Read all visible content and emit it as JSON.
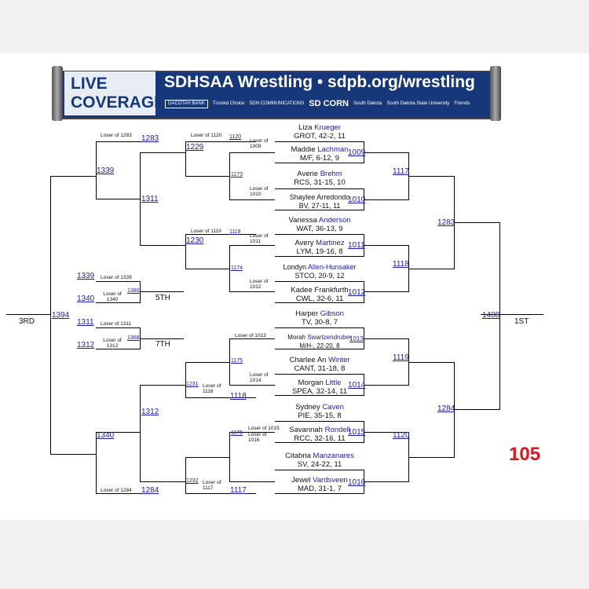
{
  "banner": {
    "live": "LIVE COVERAGE",
    "headline": "SDHSAA Wrestling • sdpb.org/wrestling",
    "sponsors": [
      "DACOTAH BANK",
      "Trusted Choice",
      "SDN COMMUNICATIONS",
      "SD CORN",
      "South Dakota",
      "South Dakota State University",
      "Friends"
    ]
  },
  "weight_class": "105",
  "places": {
    "third": "3RD",
    "first": "1ST",
    "fifth": "5TH",
    "seventh": "7TH"
  },
  "wrestlers": [
    {
      "first": "Liza",
      "last": "Krueger",
      "info": "GROT, 42-2, 11"
    },
    {
      "first": "Maddie",
      "last": "Lachman",
      "info": "M/F, 6-12, 9"
    },
    {
      "first": "Averie",
      "last": "Brehm",
      "info": "RCS, 31-15, 10"
    },
    {
      "first": "Shaylee",
      "last": "Arredondo",
      "info": "BV, 27-11, 11"
    },
    {
      "first": "Vanessa",
      "last": "Anderson",
      "info": "WAT, 36-13, 9"
    },
    {
      "first": "Avery",
      "last": "Martinez",
      "info": "LYM, 19-16, 8"
    },
    {
      "first": "Londyn",
      "last": "Allen-Hunsaker",
      "info": "STCO, 20-9, 12"
    },
    {
      "first": "Kadee",
      "last": "Frankfurth",
      "info": "CWL, 32-6, 11"
    },
    {
      "first": "Harper",
      "last": "Gibson",
      "info": "TV, 30-8, 7"
    },
    {
      "first": "Morah",
      "last": "Swartzendruber",
      "info": "M/H-, 22-20, 8"
    },
    {
      "first": "Charlee An",
      "last": "Winter",
      "info": "CANT, 31-18, 8"
    },
    {
      "first": "Morgan",
      "last": "Little",
      "info": "SPEA, 32-14, 11"
    },
    {
      "first": "Sydney",
      "last": "Caven",
      "info": "PIE, 35-15, 8"
    },
    {
      "first": "Savannah",
      "last": "Rondell",
      "info": "RCC, 32-16, 11"
    },
    {
      "first": "Citabria",
      "last": "Manzanares",
      "info": "SV, 24-22, 11"
    },
    {
      "first": "Jewel",
      "last": "Vardsveen",
      "info": "MAD, 31-1, 7"
    }
  ],
  "bouts": {
    "b1009": "1009",
    "b1010": "1010",
    "b1011": "1011",
    "b1012": "1012",
    "b1013": "1013",
    "b1014": "1014",
    "b1015": "1015",
    "b1016": "1016",
    "b1117": "1117",
    "b1118": "1118",
    "b1119": "1119",
    "b1120": "1120",
    "b1283": "1283",
    "b1284": "1284",
    "b1408": "1408",
    "b1173": "1173",
    "b1174": "1174",
    "b1175": "1175",
    "b1176": "1176",
    "b1229": "1229",
    "b1230": "1230",
    "b1231": "1231",
    "b1232": "1232",
    "b1311": "1311",
    "b1312": "1312",
    "b1339": "1339",
    "b1340": "1340",
    "b1394": "1394",
    "b1380": "1380",
    "b1368": "1368",
    "c1120": "1120",
    "c1119": "1119",
    "c1283": "1283",
    "c1284": "1284",
    "c1118": "1118",
    "c1117": "1117",
    "d1339": "1339",
    "d1340": "1340",
    "d1311": "1311",
    "d1312": "1312"
  },
  "losers": {
    "l1283": "Loser of 1283",
    "l1120": "Loser of 1120",
    "l1009": "Loser of 1009",
    "l1010": "Loser of 1010",
    "l1119": "Loser of 1119",
    "l1011": "Loser of 1011",
    "l1012": "Loser of 1012",
    "l1339": "Loser of 1339",
    "l1340": "Loser of 1340",
    "l1311": "Loser of 1311",
    "l1312": "Loser of 1312",
    "l1013": "Loser of 1013",
    "l1014": "Loser of 1014",
    "l1118": "Loser of 1118",
    "l1015": "Loser of 1015",
    "l1016": "Loser of 1016",
    "l1284": "Loser of 1284",
    "l1117": "Loser of 1117"
  }
}
